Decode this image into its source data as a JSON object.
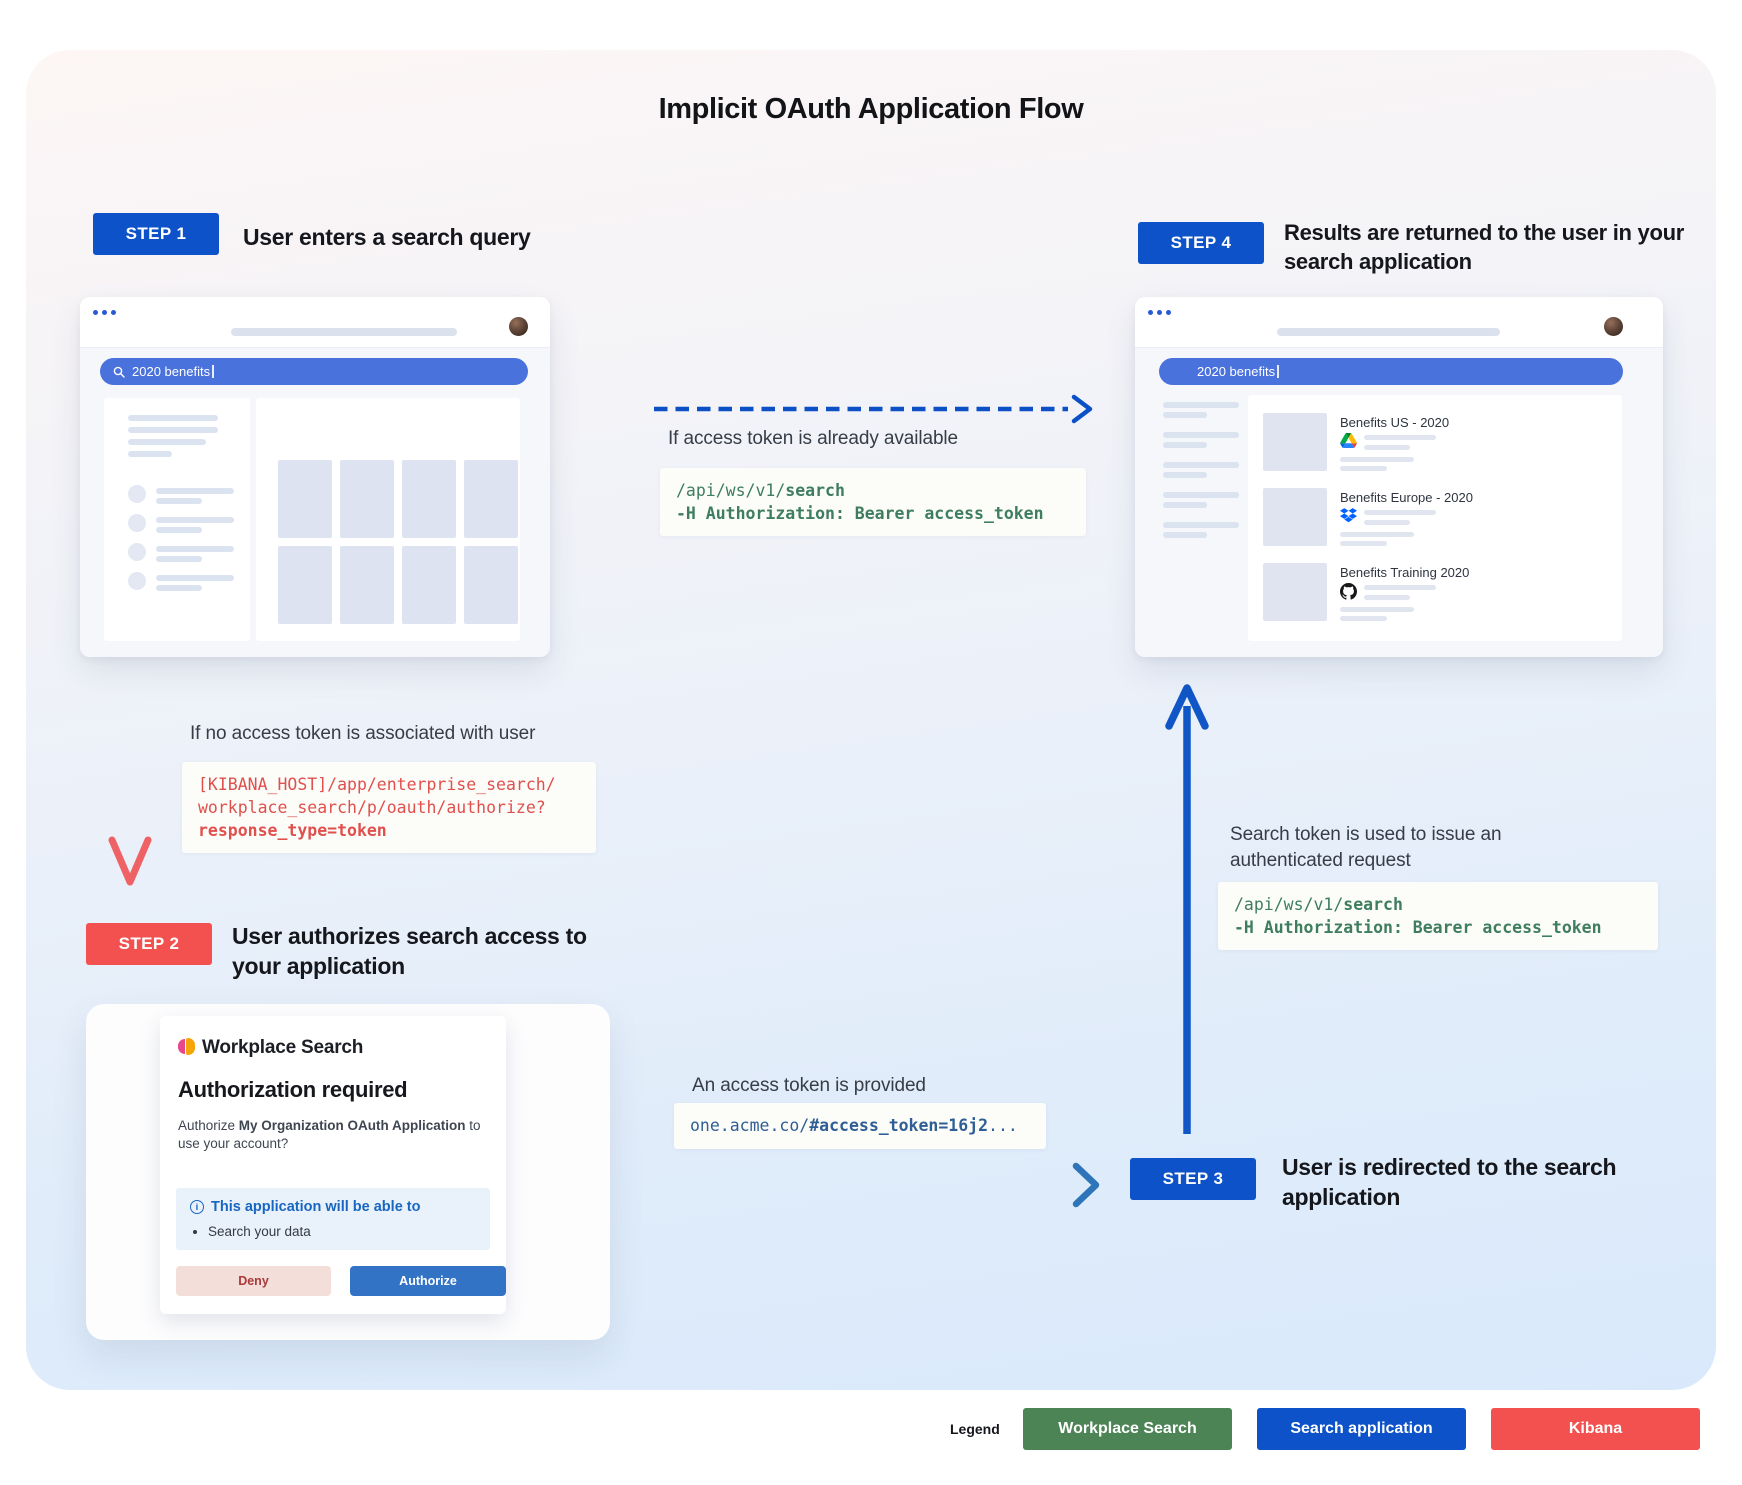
{
  "title": "Implicit OAuth Application Flow",
  "steps": {
    "step1": {
      "badge": "STEP 1",
      "heading": "User enters a search query"
    },
    "step2": {
      "badge": "STEP 2",
      "heading": "User authorizes search access to your application"
    },
    "step3": {
      "badge": "STEP 3",
      "heading": "User is redirected to the search application"
    },
    "step4": {
      "badge": "STEP 4",
      "heading": "Results are returned to the user in your search application"
    }
  },
  "browser_step1": {
    "search_query": "2020 benefits"
  },
  "browser_step4": {
    "search_query": "2020 benefits",
    "results": [
      {
        "title": "Benefits US - 2020",
        "source": "google-drive"
      },
      {
        "title": "Benefits Europe - 2020",
        "source": "dropbox"
      },
      {
        "title": "Benefits Training 2020",
        "source": "github"
      }
    ]
  },
  "flows": {
    "token_available": {
      "label": "If access token is already available",
      "code": {
        "path_prefix": "/api/ws/v1/",
        "path_bold": "search",
        "header_line": "-H Authorization: Bearer access_token"
      }
    },
    "no_token": {
      "label": "If no access token is associated with user",
      "code": {
        "line1": "[KIBANA_HOST]/app/enterprise_search/",
        "line2": "workplace_search/p/oauth/authorize?",
        "line3_bold": "response_type=token"
      }
    },
    "token_provided": {
      "label": "An access token is provided",
      "code": {
        "host": "one.acme.co/",
        "fragment_bold": "#access_token=16j2",
        "ellipsis": "..."
      }
    },
    "authenticated_request": {
      "label": "Search token is used to issue an authenticated request",
      "code": {
        "path_prefix": "/api/ws/v1/",
        "path_bold": "search",
        "header_line": "-H Authorization: Bearer access_token"
      }
    }
  },
  "auth_dialog": {
    "app_name": "Workplace Search",
    "heading": "Authorization required",
    "body": {
      "prefix": "Authorize ",
      "app_bold": "My Organization OAuth Application",
      "suffix": " to use your account?"
    },
    "permissions_icon": "i",
    "permissions_heading": "This application will be able to",
    "permissions": [
      {
        "label": "Search your data"
      }
    ],
    "deny_label": "Deny",
    "authorize_label": "Authorize"
  },
  "legend": {
    "label": "Legend",
    "items": [
      {
        "label": "Workplace Search",
        "color": "#4d8456"
      },
      {
        "label": "Search application",
        "color": "#0d52c8"
      },
      {
        "label": "Kibana",
        "color": "#f2514f"
      }
    ]
  },
  "colors": {
    "step_blue": "#0d52c8",
    "step_red": "#f2514f",
    "code_green": "#3e7d5e",
    "code_red": "#e0504d",
    "code_blue": "#2e5e94",
    "search_bar_blue": "#4a72dd",
    "arrow_blue": "#1156c6",
    "arrow_red": "#ee6165"
  }
}
